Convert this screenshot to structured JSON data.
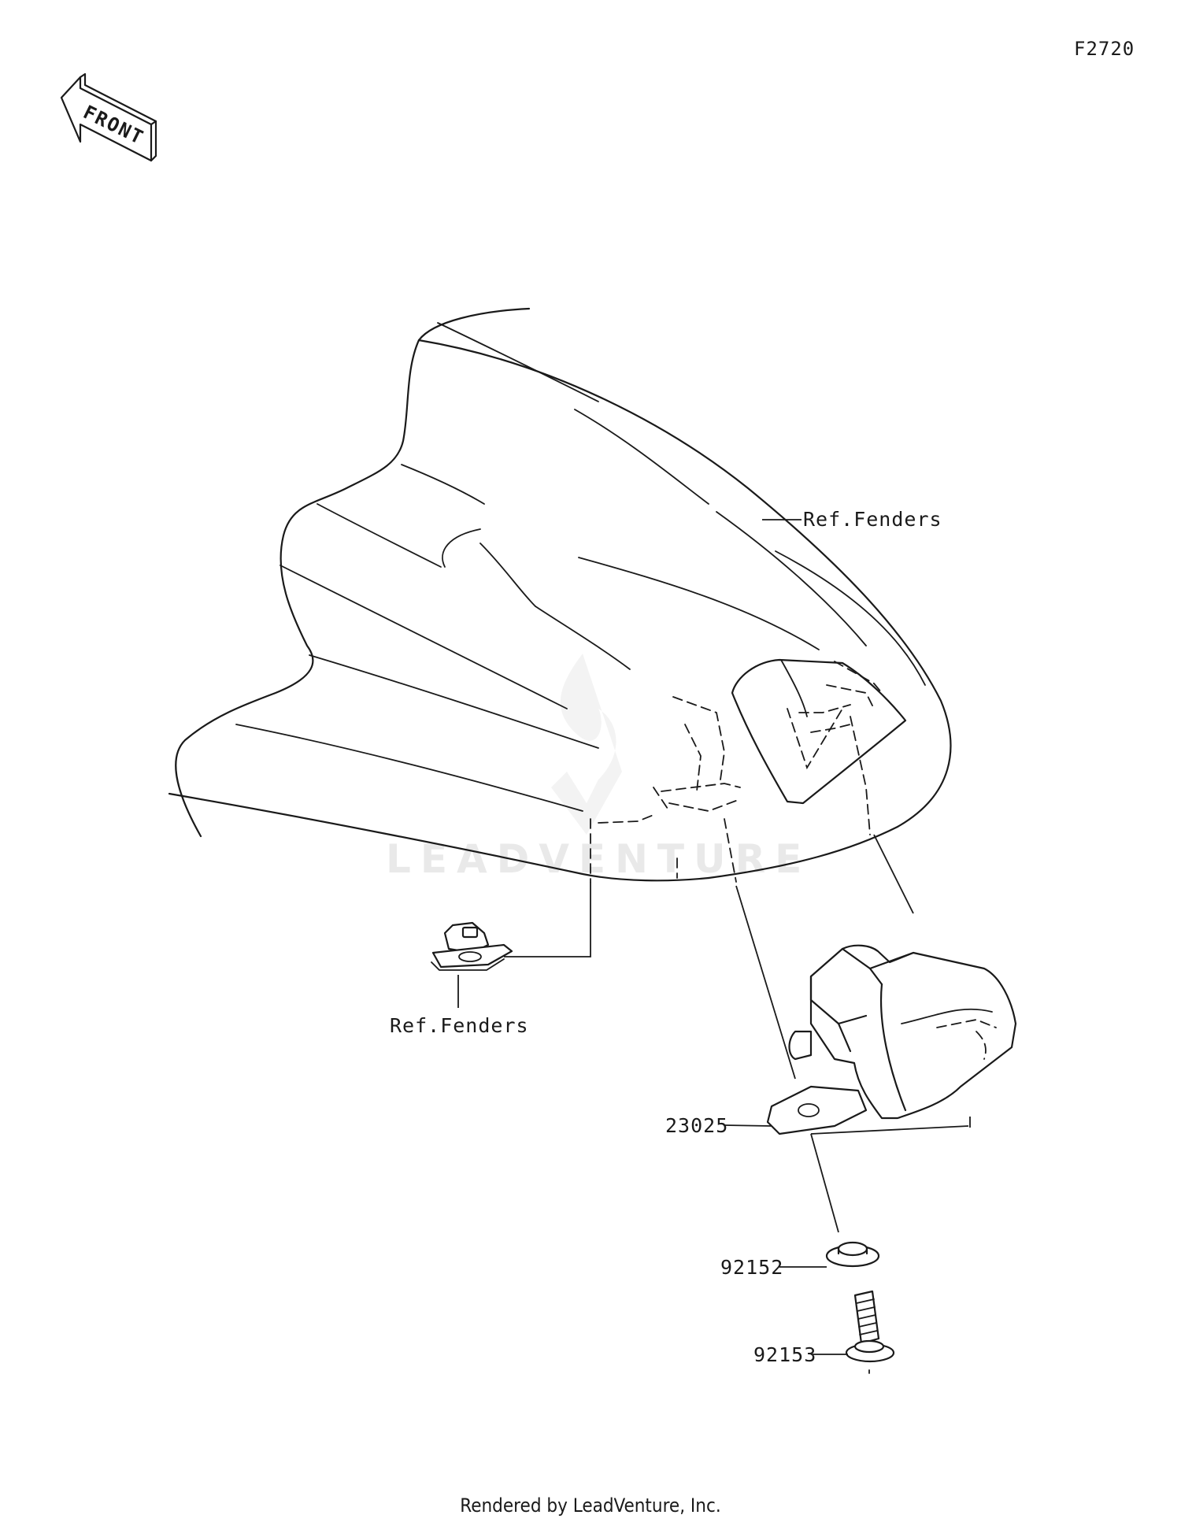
{
  "figure_number": "F2720",
  "front_arrow_label": "FRONT",
  "callouts": {
    "fender_ref_top": "Ref.Fenders",
    "fender_ref_clip": "Ref.Fenders",
    "part_23025": "23025",
    "part_92152": "92152",
    "part_92153": "92153"
  },
  "watermark": "LEADVENTURE",
  "footer_credit": "Rendered by LeadVenture, Inc."
}
